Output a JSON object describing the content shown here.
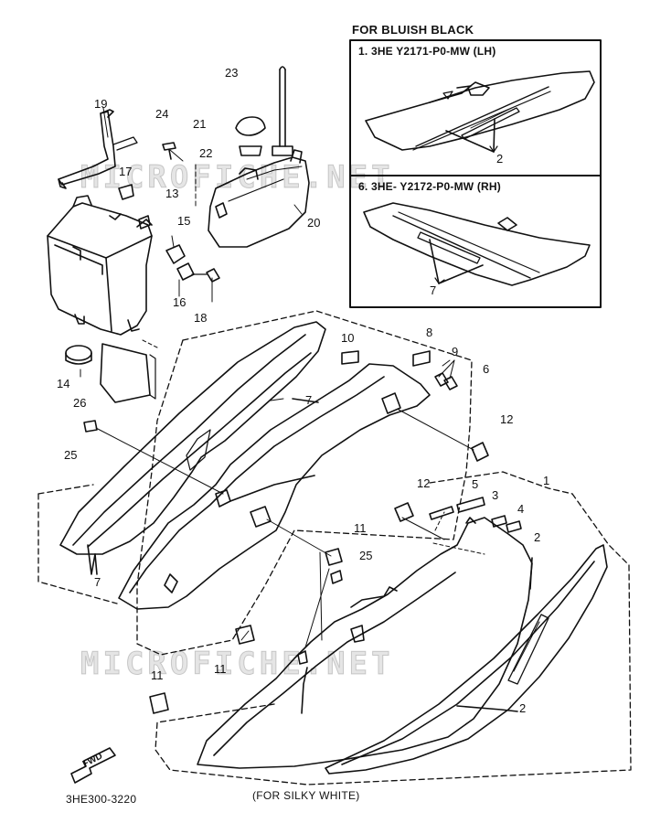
{
  "inset": {
    "title": "FOR BLUISH BLACK",
    "part_lh": "1. 3HE  Y2171-P0-MW (LH)",
    "part_rh": "6. 3HE- Y2172-P0-MW (RH)",
    "callout_lh": "2",
    "callout_rh": "7"
  },
  "callouts": {
    "c23": "23",
    "c19": "19",
    "c24": "24",
    "c21": "21",
    "c22": "22",
    "c17": "17",
    "c13": "13",
    "c15": "15",
    "c20": "20",
    "c16": "16",
    "c18": "18",
    "c14": "14",
    "c26": "26",
    "c10": "10",
    "c8": "8",
    "c9": "9",
    "c6": "6",
    "c7a": "7",
    "c12a": "12",
    "c25a": "25",
    "c12b": "12",
    "c5": "5",
    "c3": "3",
    "c4": "4",
    "c1": "1",
    "c11a": "11",
    "c25b": "25",
    "c2a": "2",
    "c7b": "7",
    "c11b": "11",
    "c11c": "11",
    "c2b": "2"
  },
  "watermark_top": "MICROFICHE.NET",
  "watermark_bottom": "MICROFICHE.NET",
  "fwd_label": "FWD",
  "diagram_code": "3HE300-3220",
  "caption_silky": "(FOR SILKY WHITE)"
}
